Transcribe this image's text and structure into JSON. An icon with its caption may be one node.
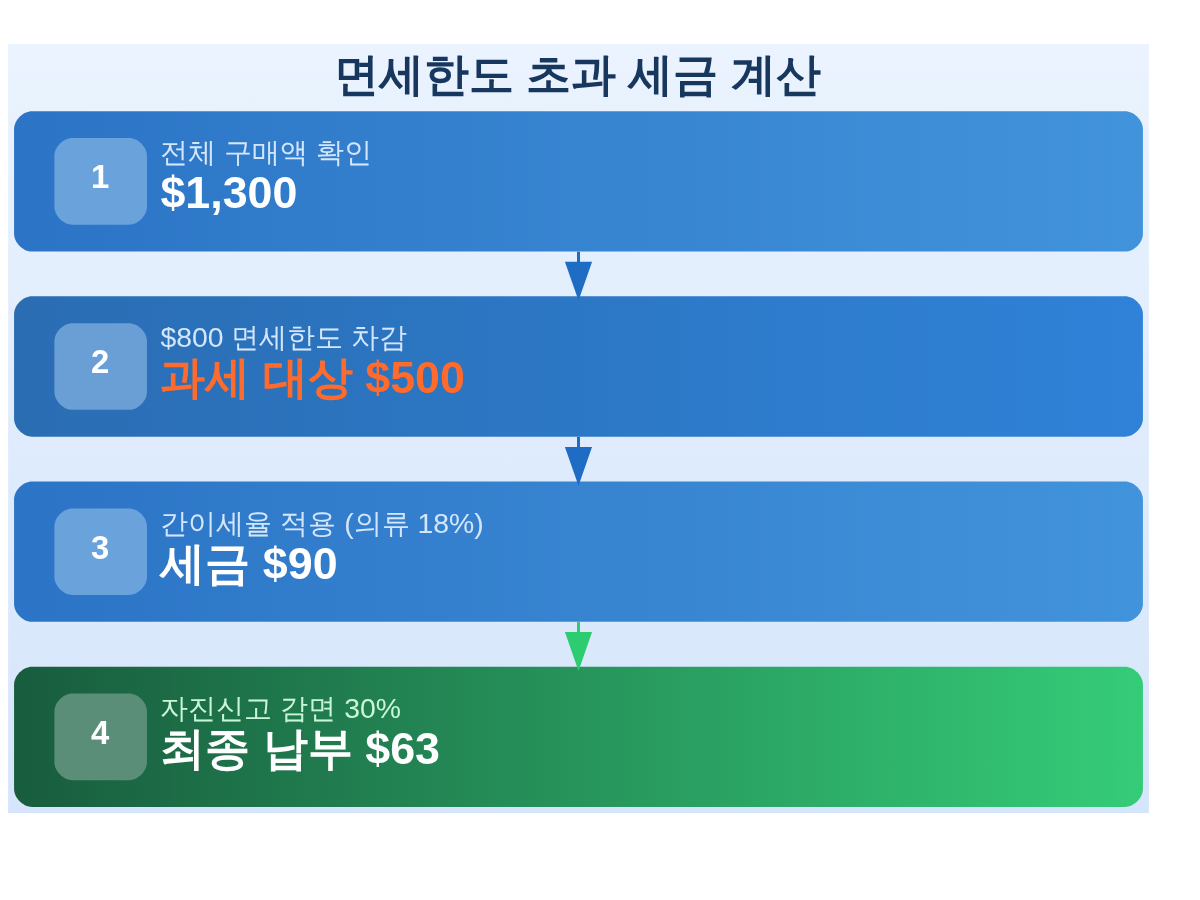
{
  "diagram": {
    "title": "면세한도 초과 세금 계산",
    "nodes": [
      {
        "text": [
          "1",
          "전체 구매액 확인",
          "$1,300"
        ]
      },
      {
        "text": [
          "2",
          "$800 면세한도 차감",
          "과세 대상 $500"
        ]
      },
      {
        "text": [
          "3",
          "간이세율 적용 (의류 18%)",
          "세금 $90"
        ]
      },
      {
        "text": [
          "4",
          "자진신고 감면 30%",
          "최종 납부 $63"
        ]
      }
    ],
    "edges": [
      {
        "from": 0,
        "to": 1,
        "arrow": "to"
      },
      {
        "from": 1,
        "to": 2,
        "arrow": "to"
      },
      {
        "from": 2,
        "to": 3,
        "arrow": "to",
        "color": "#2ecc71"
      }
    ]
  }
}
